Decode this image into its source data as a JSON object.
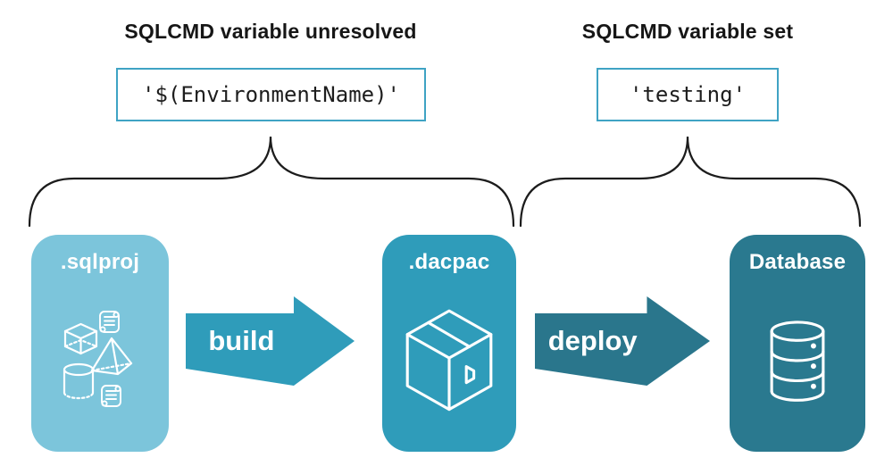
{
  "panels": {
    "left": {
      "heading": "SQLCMD variable unresolved",
      "code": "'$(EnvironmentName)'"
    },
    "right": {
      "heading": "SQLCMD variable set",
      "code": "'testing'"
    }
  },
  "flow": {
    "nodes": [
      {
        "id": "sqlproj",
        "label": ".sqlproj",
        "color": "#7cc5db",
        "icon": "sql-project-objects-icon"
      },
      {
        "id": "dacpac",
        "label": ".dacpac",
        "color": "#2f9cba",
        "icon": "package-box-icon"
      },
      {
        "id": "database",
        "label": "Database",
        "color": "#2a798f",
        "icon": "database-cylinder-icon"
      }
    ],
    "arrows": [
      {
        "id": "build",
        "label": "build",
        "color": "#2f9cba"
      },
      {
        "id": "deploy",
        "label": "deploy",
        "color": "#2a768c"
      }
    ]
  },
  "colors": {
    "code_box_border": "#3fa3c4",
    "brace_stroke": "#1c1c1c",
    "heading_text": "#161616",
    "card_text": "#ffffff",
    "background": "#ffffff"
  }
}
